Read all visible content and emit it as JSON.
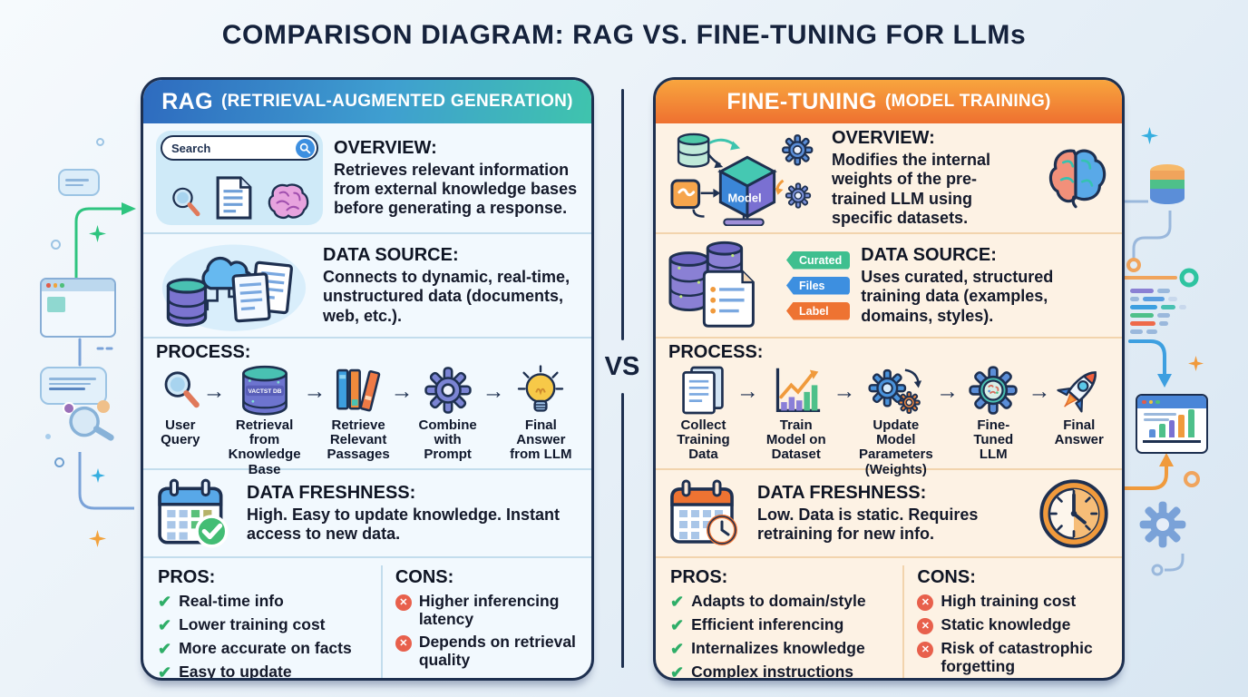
{
  "title": "COMPARISON DIAGRAM: RAG VS. FINE-TUNING FOR LLMs",
  "vs_label": "VS",
  "glyphs": {
    "arrow_right": "→",
    "check": "✔",
    "cross": "✕"
  },
  "colors": {
    "rag_header_gradient": [
      "#2e6bbf",
      "#3fc4ad"
    ],
    "ft_header_gradient": [
      "#f8a53e",
      "#ee7030"
    ],
    "panel_border": "#1e3050",
    "rag_body": "#f2f9fe",
    "ft_body": "#fdf2e4",
    "pros_check": "#2fae68",
    "cons_cross": "#e8604c"
  },
  "rag": {
    "header": {
      "name": "RAG",
      "subtitle": "(RETRIEVAL-AUGMENTED GENERATION)"
    },
    "search_label": "Search",
    "overview": {
      "heading": "OVERVIEW:",
      "body": "Retrieves relevant information from external knowledge bases before generating a response."
    },
    "data_source": {
      "heading": "DATA SOURCE:",
      "body": "Connects to dynamic, real-time, unstructured data (documents, web, etc.)."
    },
    "process": {
      "heading": "PROCESS:",
      "db_label": "VACTST DB",
      "steps": [
        {
          "label": "User Query",
          "icon": "magnifier-icon"
        },
        {
          "label": "Retrieval from Knowledge Base",
          "icon": "database-icon"
        },
        {
          "label": "Retrieve Relevant Passages",
          "icon": "books-icon"
        },
        {
          "label": "Combine with Prompt",
          "icon": "gear-icon"
        },
        {
          "label": "Final Answer from LLM",
          "icon": "lightbulb-icon"
        }
      ]
    },
    "freshness": {
      "heading": "DATA FRESHNESS:",
      "body": "High. Easy to update knowledge. Instant access to new data."
    },
    "pros": {
      "heading": "PROS:",
      "items": [
        "Real-time info",
        "Lower training cost",
        "More accurate on facts",
        "Easy to update"
      ]
    },
    "cons": {
      "heading": "CONS:",
      "items": [
        "Higher inferencing latency",
        "Depends on retrieval quality"
      ]
    }
  },
  "ft": {
    "header": {
      "name": "FINE-TUNING",
      "subtitle": "(MODEL TRAINING)"
    },
    "model_label": "Model",
    "overview": {
      "heading": "OVERVIEW:",
      "body": "Modifies the internal weights of the pre-trained LLM using specific datasets."
    },
    "data_source": {
      "heading": "DATA SOURCE:",
      "body": "Uses curated, structured training data (examples, domains, styles).",
      "tags": [
        "Curated",
        "Files",
        "Label"
      ]
    },
    "process": {
      "heading": "PROCESS:",
      "steps": [
        {
          "label": "Collect Training Data",
          "icon": "documents-icon"
        },
        {
          "label": "Train Model on Dataset",
          "icon": "training-chart-icon"
        },
        {
          "label": "Update Model Parameters (Weights)",
          "icon": "gears-icon"
        },
        {
          "label": "Fine-Tuned LLM",
          "icon": "gear-brain-icon"
        },
        {
          "label": "Final Answer",
          "icon": "rocket-icon"
        }
      ]
    },
    "freshness": {
      "heading": "DATA FRESHNESS:",
      "body": "Low. Data is static. Requires retraining for new info."
    },
    "pros": {
      "heading": "PROS:",
      "items": [
        "Adapts to domain/style",
        "Efficient inferencing",
        "Internalizes knowledge",
        "Complex instructions"
      ]
    },
    "cons": {
      "heading": "CONS:",
      "items": [
        "High training cost",
        "Static knowledge",
        "Risk of catastrophic forgetting"
      ]
    }
  }
}
